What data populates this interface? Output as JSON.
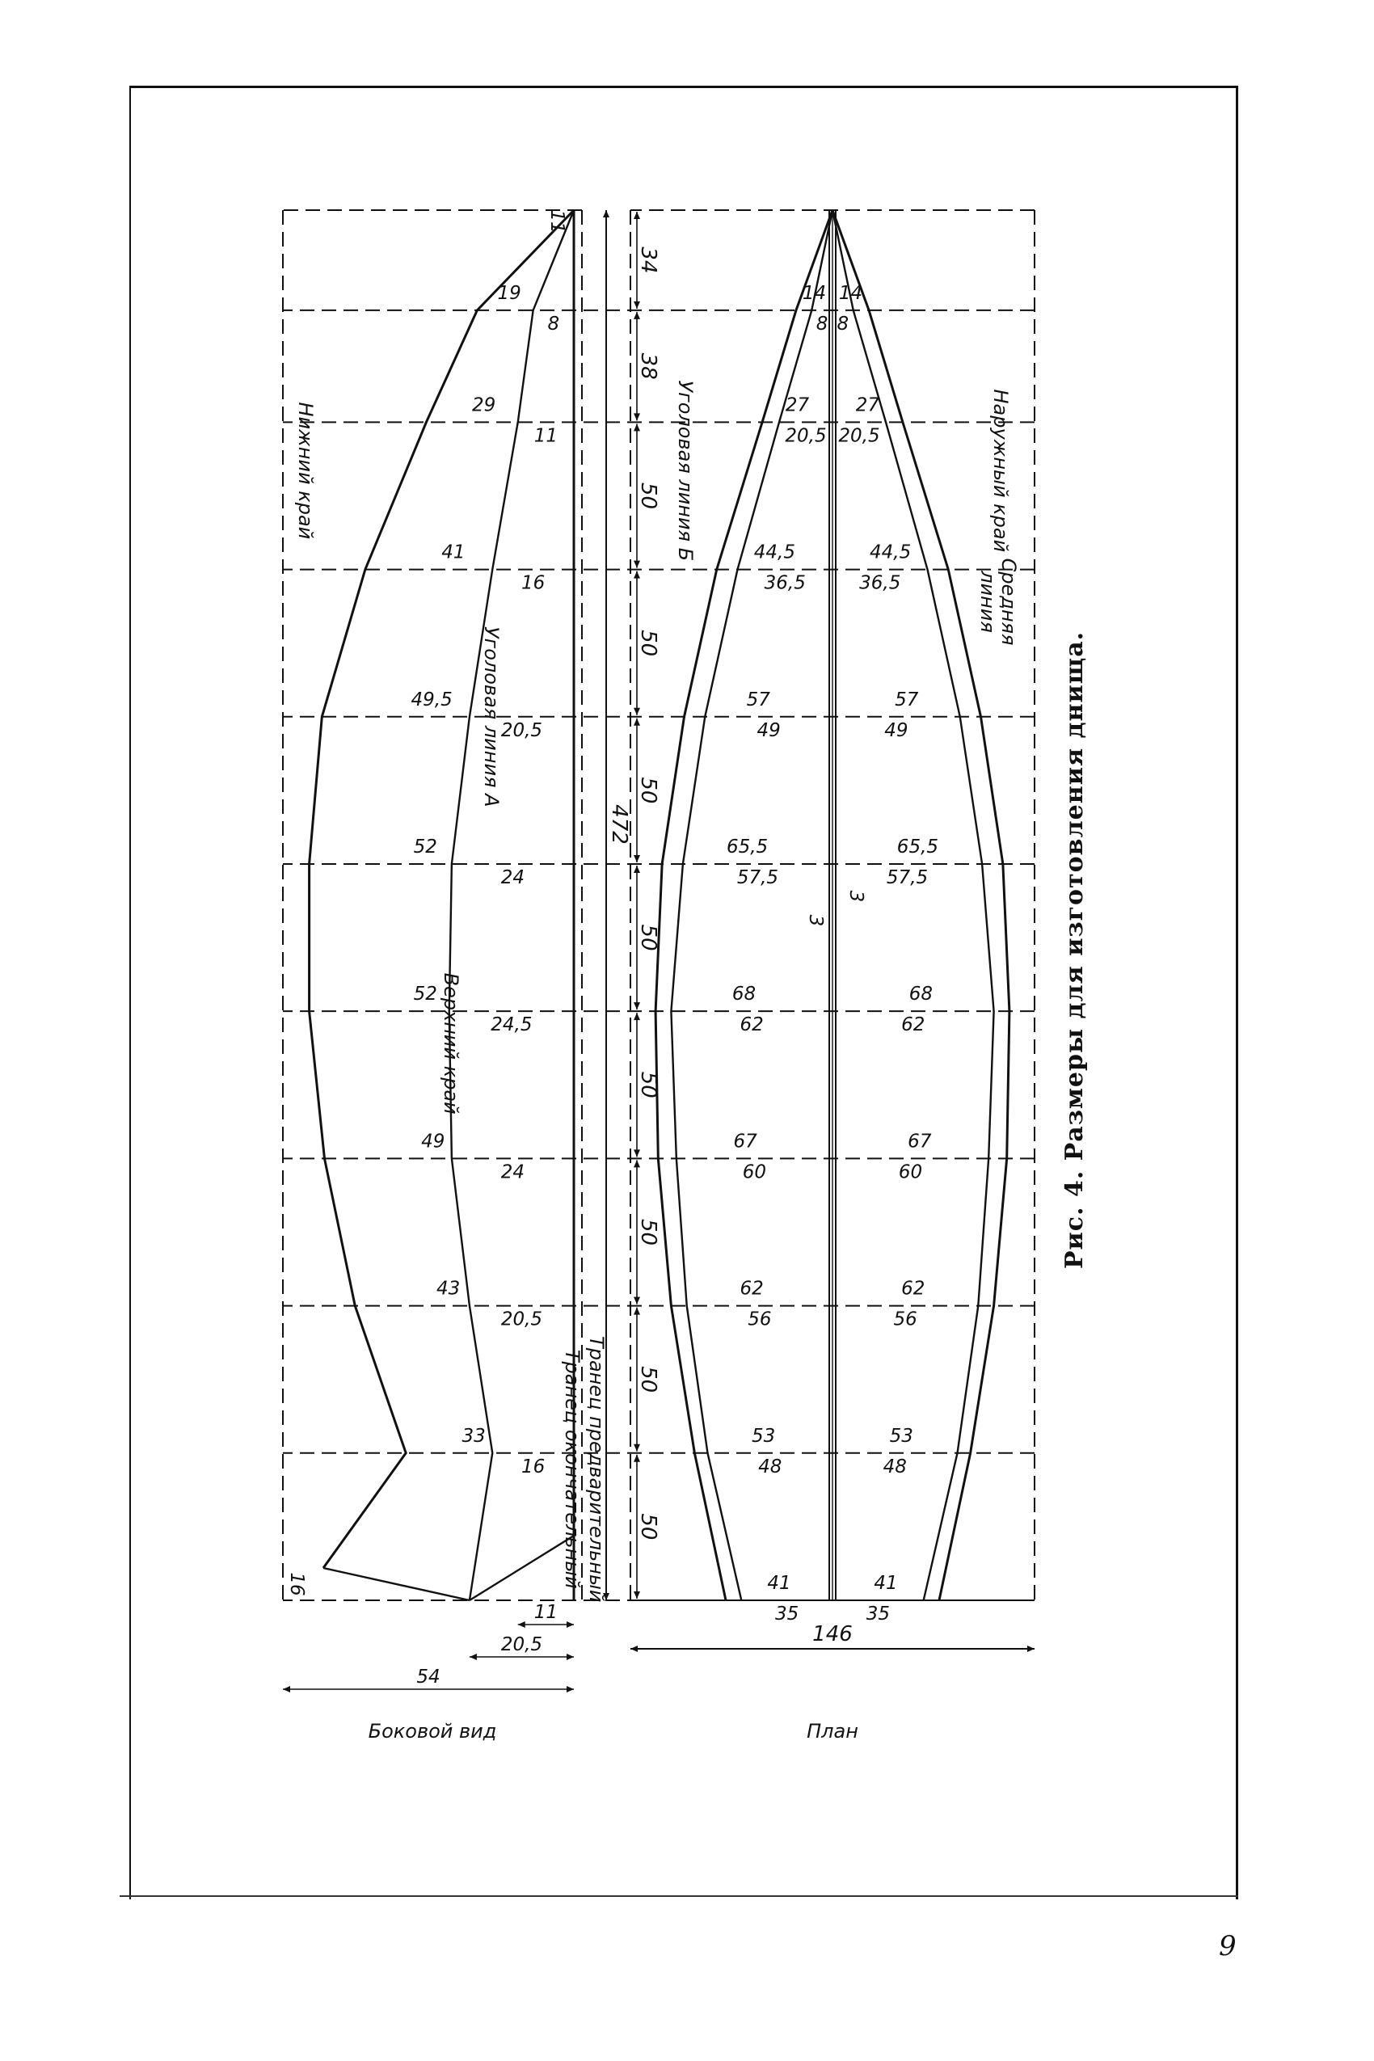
{
  "figure": {
    "caption": "Рис. 4. Размеры для изготовления днища.",
    "page_number": "9"
  },
  "plan_view": {
    "title": "План",
    "labels": {
      "outer_edge": "Наружный край",
      "chine_b": "Уголовая линия Б",
      "middle_line_1": "Средняя",
      "middle_line_2": "линия"
    },
    "overall_width": "146",
    "overall_length": "472",
    "stations": [
      {
        "spacing": "34",
        "outer": "14",
        "chine": "8"
      },
      {
        "spacing": "38",
        "outer": "27",
        "chine": "20,5"
      },
      {
        "spacing": "50",
        "outer": "44,5",
        "chine": "36,5"
      },
      {
        "spacing": "50",
        "outer": "57",
        "chine": "49"
      },
      {
        "spacing": "50",
        "outer": "65,5",
        "chine": "57,5"
      },
      {
        "spacing": "50",
        "outer": "68",
        "chine": "62"
      },
      {
        "spacing": "50",
        "outer": "67",
        "chine": "60"
      },
      {
        "spacing": "50",
        "outer": "62",
        "chine": "56"
      },
      {
        "spacing": "50",
        "outer": "53",
        "chine": "48"
      },
      {
        "spacing": "50",
        "outer": "41",
        "chine": "35"
      }
    ],
    "keel_width": "3"
  },
  "side_view": {
    "title": "Боковой вид",
    "labels": {
      "lower_edge": "Нижний край",
      "chine_a": "Уголовая линия А",
      "upper_edge": "Верхний край",
      "transom_pre": "Транец предварительный",
      "transom_fin": "Транец окончательный"
    },
    "bow_offset": "11",
    "stations": [
      {
        "lower": "19",
        "chine": "8"
      },
      {
        "lower": "29",
        "chine": "11"
      },
      {
        "lower": "41",
        "chine": "16"
      },
      {
        "lower": "49,5",
        "chine": "20,5"
      },
      {
        "lower": "52",
        "chine": "24"
      },
      {
        "lower": "52",
        "chine": "24,5"
      },
      {
        "lower": "49",
        "chine": "24"
      },
      {
        "lower": "43",
        "chine": "20,5"
      },
      {
        "lower": "33",
        "chine": "16"
      }
    ],
    "transom": {
      "height": "16",
      "offset": "11",
      "chine": "20,5",
      "total": "54"
    }
  }
}
